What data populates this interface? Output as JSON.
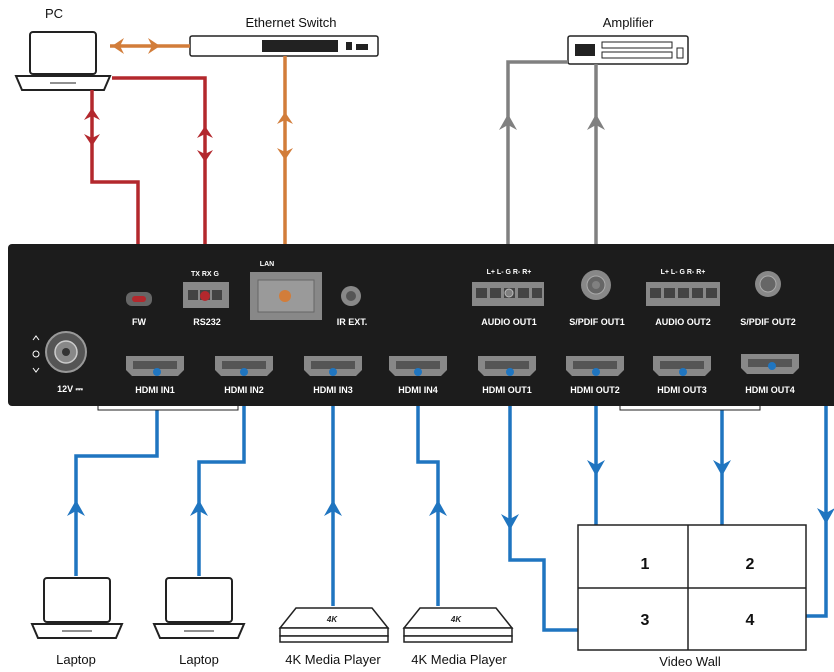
{
  "devices": {
    "pc": "PC",
    "ethernet_switch": "Ethernet Switch",
    "amplifier": "Amplifier",
    "laptop1": "Laptop",
    "laptop2": "Laptop",
    "media_player1": "4K Media Player",
    "media_player2": "4K Media Player",
    "video_wall": "Video Wall",
    "media_player_badge": "4K"
  },
  "panel": {
    "fw": "FW",
    "rs232": "RS232",
    "rs232_pins": "TX RX  G",
    "lan": "LAN",
    "ir_ext": "IR EXT.",
    "audio_out1": "AUDIO OUT1",
    "audio_pins1": "L+ L-  G  R- R+",
    "spdif_out1": "S/PDIF OUT1",
    "audio_out2": "AUDIO OUT2",
    "audio_pins2": "L+ L-  G  R- R+",
    "spdif_out2": "S/PDIF OUT2",
    "power": "12V ⎓",
    "hdmi_in": [
      "HDMI IN1",
      "HDMI IN2",
      "HDMI IN3",
      "HDMI IN4"
    ],
    "hdmi_out": [
      "HDMI OUT1",
      "HDMI OUT2",
      "HDMI OUT3",
      "HDMI OUT4"
    ]
  },
  "video_wall": {
    "cells": [
      "1",
      "2",
      "3",
      "4"
    ]
  },
  "colors": {
    "control": "#b3282d",
    "network": "#d27d3a",
    "audio": "#808080",
    "video": "#1f75c0",
    "panel": "#1c1c1c"
  }
}
